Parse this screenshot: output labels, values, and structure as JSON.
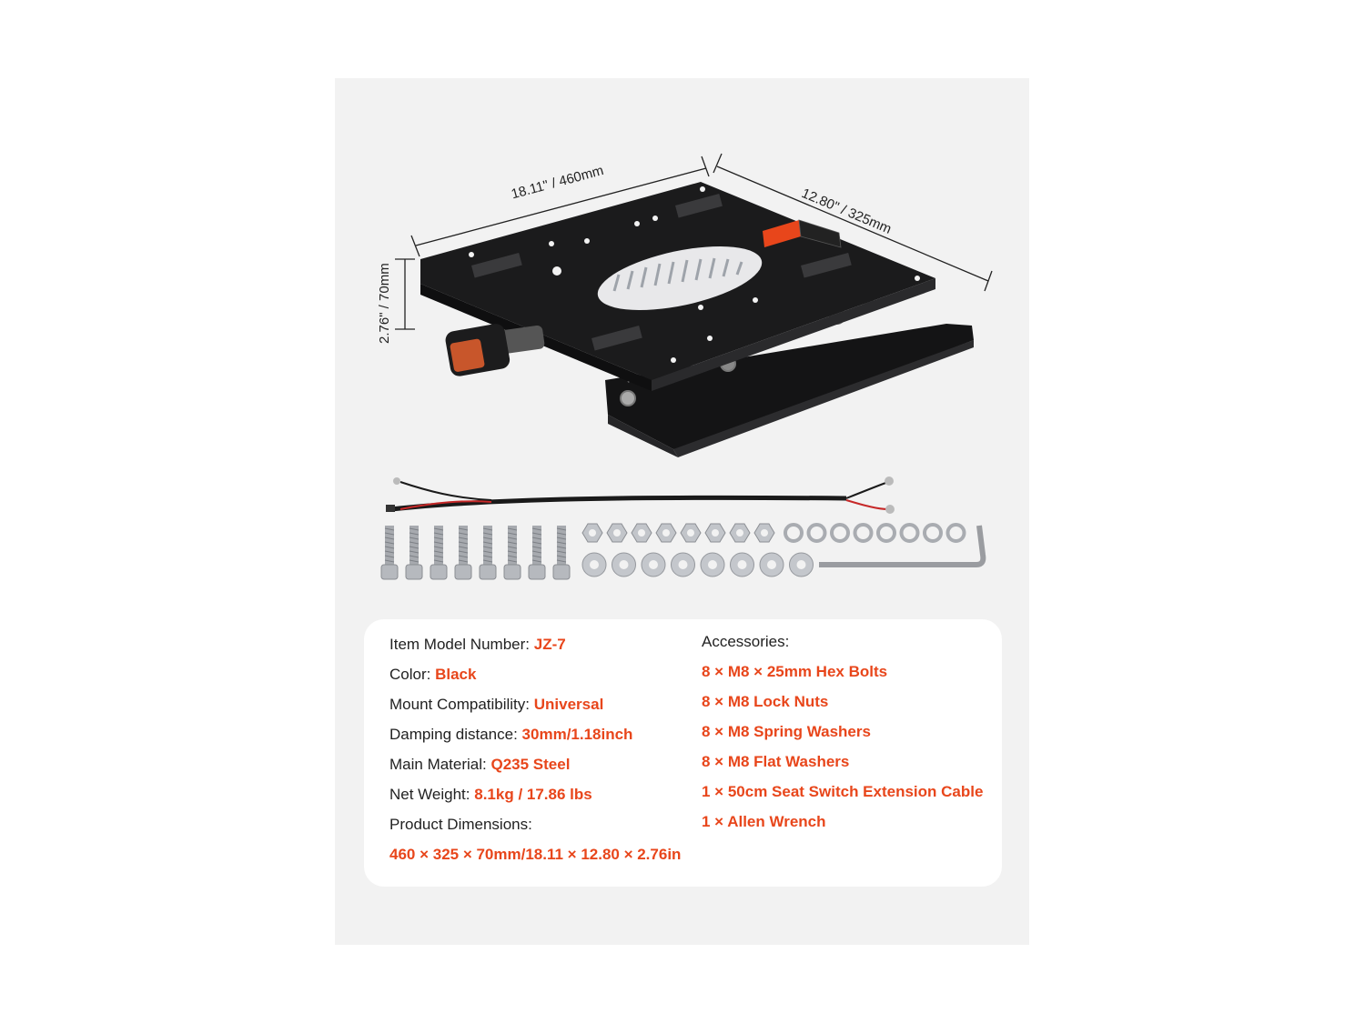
{
  "colors": {
    "accent": "#e8461b",
    "panel_bg": "#f2f2f2",
    "card_bg": "#ffffff",
    "plate": "#1b1b1c",
    "spring": "#c9ccd1",
    "hardware": "#b9bcc1"
  },
  "dimensions": {
    "length": "18.11\" / 460mm",
    "width": "12.80\" / 325mm",
    "height": "2.76\" / 70mm"
  },
  "specs": {
    "model_label": "Item Model Number:",
    "model_value": "JZ-7",
    "color_label": "Color:",
    "color_value": "Black",
    "mount_label": "Mount Compatibility:",
    "mount_value": "Universal",
    "damping_label": "Damping distance:",
    "damping_value": "30mm/1.18inch",
    "material_label": "Main Material:",
    "material_value": "Q235 Steel",
    "weight_label": "Net Weight:",
    "weight_value": "8.1kg / 17.86 lbs",
    "dimensions_label": "Product Dimensions:",
    "dimensions_value": "460 × 325 × 70mm/18.11 × 12.80 × 2.76in"
  },
  "accessories": {
    "title": "Accessories:",
    "items": [
      "8 × M8 × 25mm Hex Bolts",
      "8 × M8 Lock Nuts",
      "8 × M8 Spring Washers",
      "8 × M8 Flat Washers",
      "1 × 50cm Seat Switch Extension Cable",
      "1 × Allen Wrench"
    ]
  },
  "hardware_counts": {
    "hex_bolts": 8,
    "lock_nuts": 8,
    "spring_washers": 8,
    "flat_washers": 8,
    "allen_wrench": 1,
    "extension_cable": 1
  }
}
